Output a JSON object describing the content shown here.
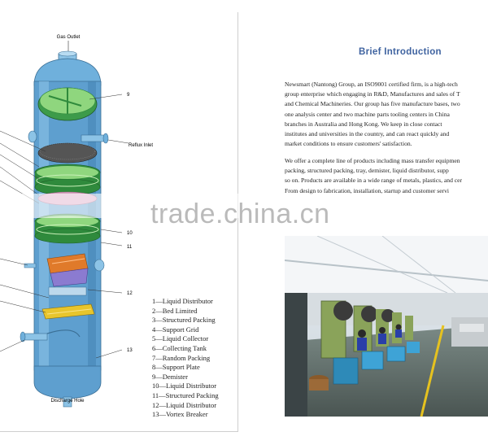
{
  "diagram": {
    "top_label": "Gas Outlet",
    "bottom_label": "Discharge Hole",
    "reflux_label": "Reflux Inlet",
    "callout_9": "9",
    "callout_10": "10",
    "callout_11": "11",
    "callout_12": "12",
    "callout_13": "13"
  },
  "legend": [
    "1—Liquid Distributor",
    "2—Bed Limited",
    "3—Structured Packing",
    "4—Support Grid",
    "5—Liquid Collector",
    "6—Collecting Tank",
    "7—Random Packing",
    "8—Support Plate",
    "9—Demister",
    "10—Liquid Distributor",
    "11—Structured Packing",
    "12—Liquid Distributor",
    "13—Vortex Breaker"
  ],
  "intro": {
    "title": "Brief  Introduction",
    "para1": [
      "Newsmart (Nantong) Group, an ISO9001 certified firm, is a high-tech",
      "group enterprise which engaging in R&D, Manufactures and sales of T",
      "and Chemical Machineries. Our group has five manufacture bases, two",
      "one analysis center and two machine parts tooling centers in China",
      "branches in Australia and Hong Kong. We keep in close contact",
      "institutes and universities in the country, and can react quickly and",
      "market conditions to ensure customers' satisfaction."
    ],
    "para2": [
      "We offer a complete line of products including  mass transfer equipmen",
      "packing, structured packing, tray,  demister,  liquid distributor, supp",
      "so on. Products are available in a wide range of metals, plastics, and cer",
      "From design to fabrication, installation, startup and customer servi"
    ]
  },
  "watermark": "trade.china.cn",
  "colors": {
    "vessel": "#5e9fcf",
    "vessel_light": "#8cc3e6",
    "packing_green": "#2f8a3c",
    "packing_green_light": "#8fd67e",
    "random_packing": "#c9a21a",
    "distributor_orange": "#e07a2a",
    "title_blue": "#3f63a0"
  }
}
